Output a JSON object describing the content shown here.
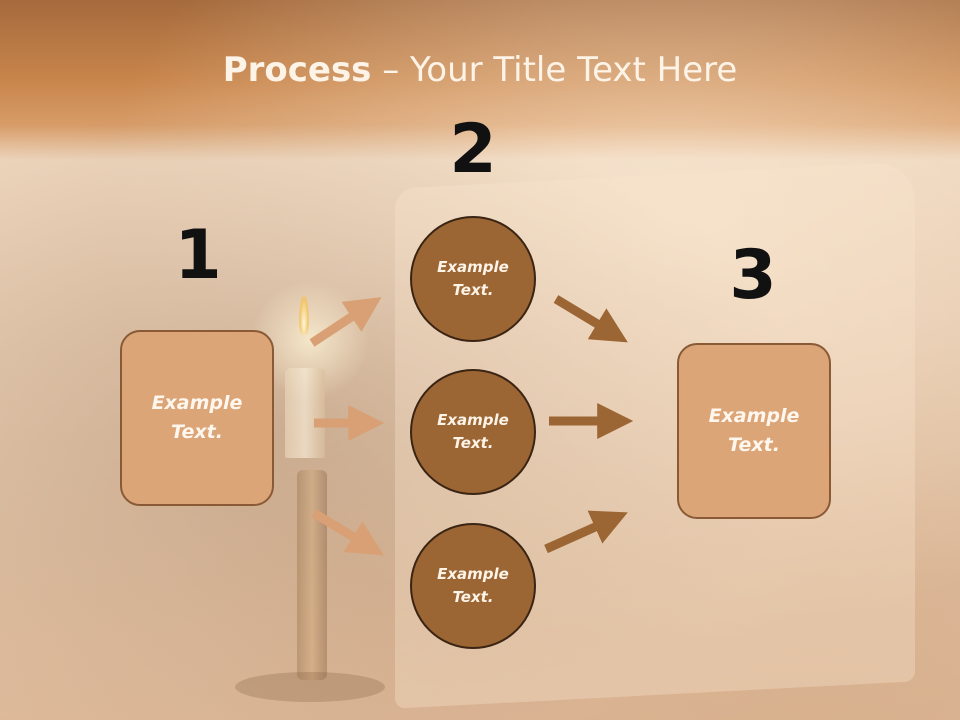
{
  "slide": {
    "title_bold": "Process",
    "title_rest": " – Your Title Text Here"
  },
  "steps": {
    "n1": "1",
    "n2": "2",
    "n3": "3"
  },
  "left_box": {
    "text": "Example\nText."
  },
  "right_box": {
    "text": "Example\nText."
  },
  "circles": [
    {
      "text": "Example\nText."
    },
    {
      "text": "Example\nText."
    },
    {
      "text": "Example\nText."
    }
  ],
  "colors": {
    "light_arrow": "#d8a074",
    "dark_arrow": "#9c6534",
    "box_fill": "#dba578",
    "circle_fill": "#9c6534"
  }
}
